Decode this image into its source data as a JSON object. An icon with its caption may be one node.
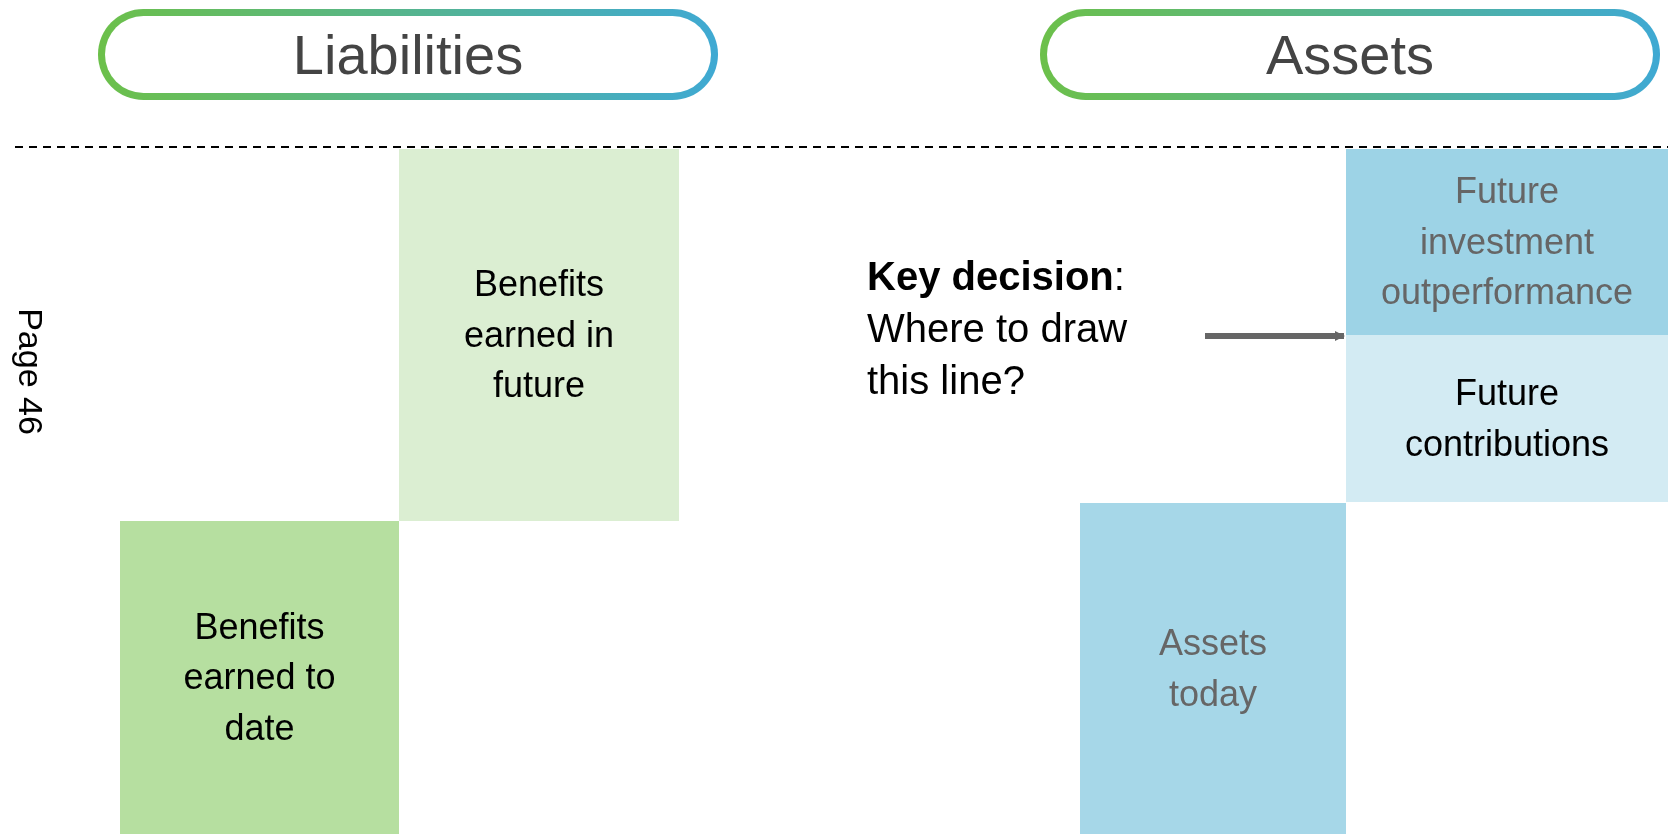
{
  "diagram": {
    "nodes": [
      {
        "text": [
          "Liabilities"
        ]
      },
      {
        "text": [
          "Assets"
        ]
      },
      {
        "text": [
          "Benefits earned in future"
        ]
      },
      {
        "text": [
          "Benefits earned to date"
        ]
      },
      {
        "text": [
          "**Key decision**: Where to draw this line?"
        ]
      },
      {
        "text": [
          "Future investment outperformance"
        ]
      },
      {
        "text": [
          "Future contributions"
        ]
      },
      {
        "text": [
          "Assets today"
        ]
      }
    ],
    "edges": [
      {
        "from": 4,
        "to": 6,
        "arrow": "to"
      }
    ],
    "labels": [
      "Page 46"
    ]
  }
}
